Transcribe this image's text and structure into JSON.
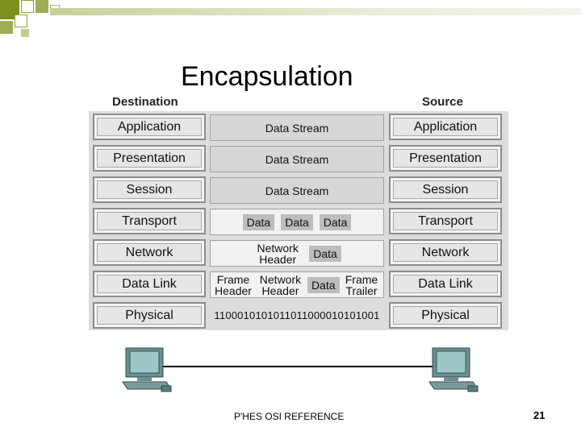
{
  "slide": {
    "title": "Encapsulation",
    "footer": "P'HES OSI REFERENCE",
    "page_number": "21"
  },
  "diagram": {
    "destination_label": "Destination",
    "source_label": "Source",
    "layers": [
      "Application",
      "Presentation",
      "Session",
      "Transport",
      "Network",
      "Data Link",
      "Physical"
    ],
    "middle": {
      "data_stream": "Data Stream",
      "data": "Data",
      "network_header": "Network Header",
      "frame_header": "Frame Header",
      "frame_trailer": "Frame Trailer",
      "bits": "1100010101011011000010101001"
    },
    "colors": {
      "corner_squares": "#7a8a1a",
      "layer_border": "#8c8c8c",
      "chip": "#bdbdbd"
    },
    "icons": [
      "computer-icon",
      "computer-icon"
    ]
  }
}
